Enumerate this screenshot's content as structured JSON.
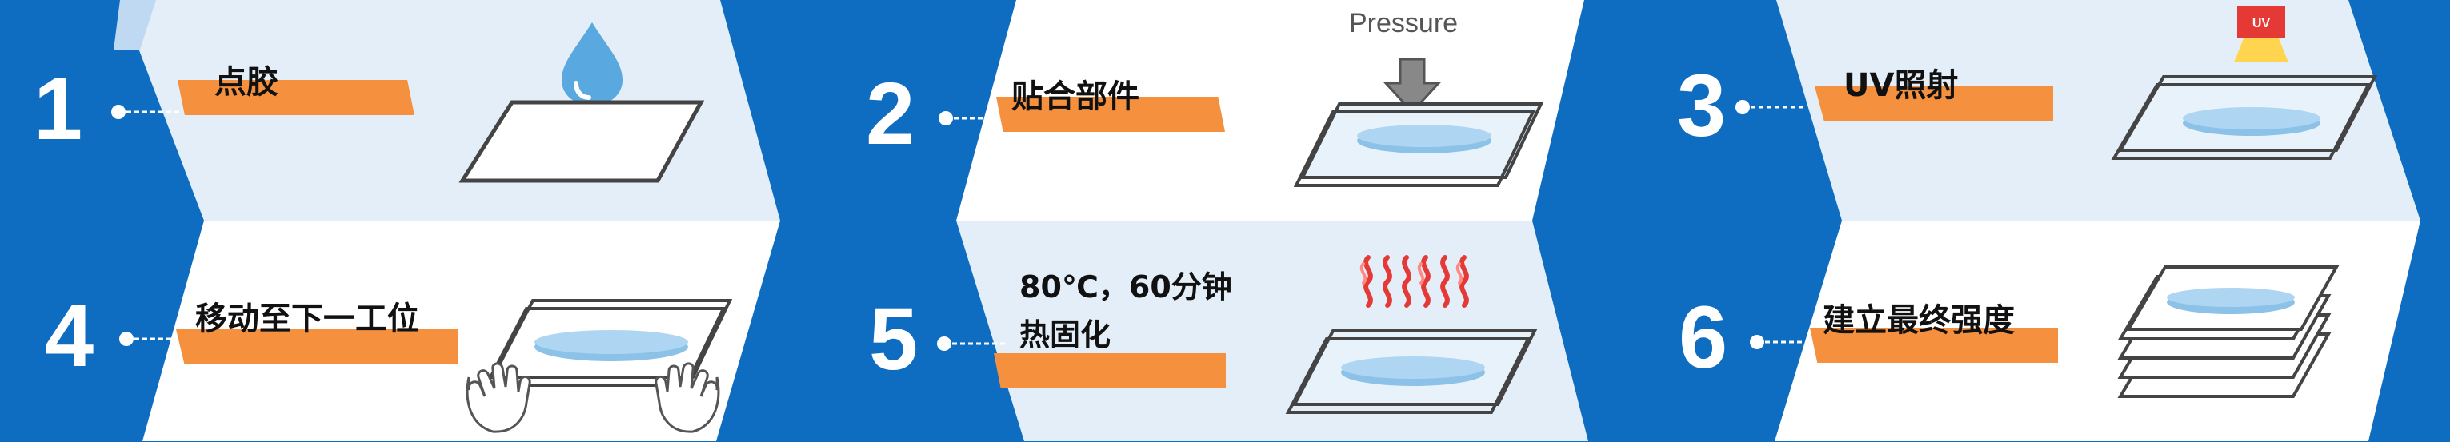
{
  "colors": {
    "blue": "#0E6DC0",
    "light_panel": "#E3EEF9",
    "white_panel": "#FFFFFF",
    "tag": "#F5913E",
    "disk": "#8CC2E8"
  },
  "steps": [
    {
      "number": "1",
      "label": "点胶",
      "icon": "glue-drop-icon"
    },
    {
      "number": "2",
      "label": "贴合部件",
      "icon": "pressure-bond-icon",
      "pressure_text": "Pressure"
    },
    {
      "number": "3",
      "label": "UV照射",
      "icon": "uv-lamp-icon",
      "uv_text": "UV"
    },
    {
      "number": "4",
      "label": "移动至下一工位",
      "icon": "hands-carry-icon"
    },
    {
      "number": "5",
      "label_line1": "80℃，60分钟",
      "label_line2": "热固化",
      "icon": "heat-cure-icon"
    },
    {
      "number": "6",
      "label": "建立最终强度",
      "icon": "stacked-plates-icon"
    }
  ]
}
